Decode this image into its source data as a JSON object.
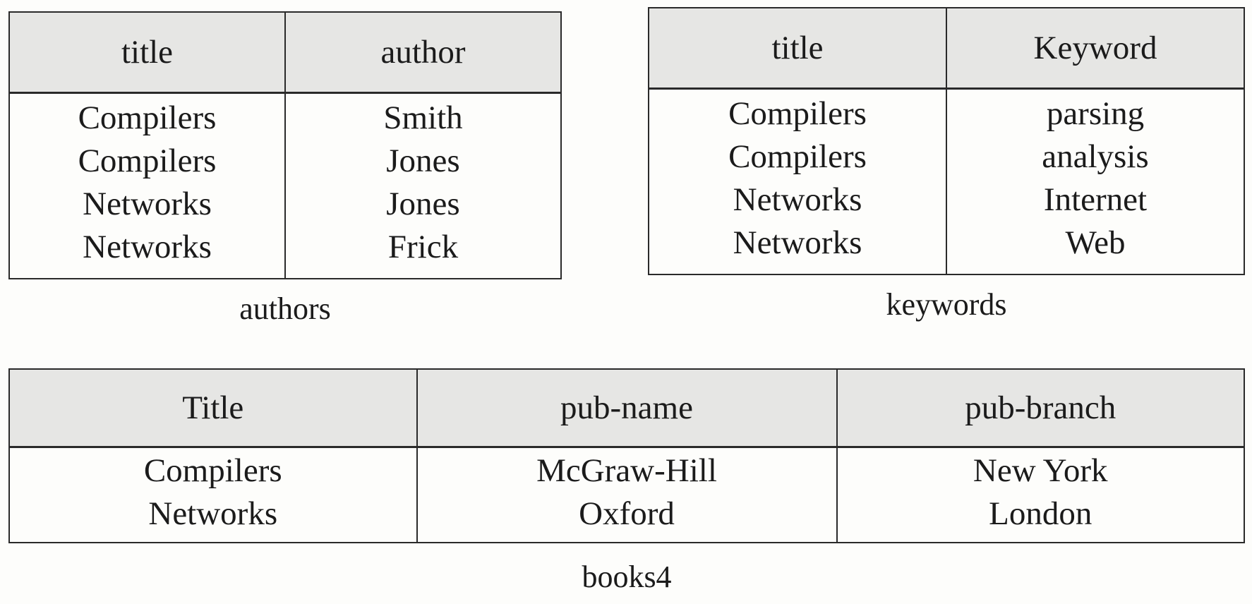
{
  "authors": {
    "caption": "authors",
    "headers": [
      "title",
      "author"
    ],
    "rows": [
      [
        "Compilers",
        "Smith"
      ],
      [
        "Compilers",
        "Jones"
      ],
      [
        "Networks",
        "Jones"
      ],
      [
        "Networks",
        "Frick"
      ]
    ]
  },
  "keywords": {
    "caption": "keywords",
    "headers": [
      "title",
      "Keyword"
    ],
    "rows": [
      [
        "Compilers",
        "parsing"
      ],
      [
        "Compilers",
        "analysis"
      ],
      [
        "Networks",
        "Internet"
      ],
      [
        "Networks",
        "Web"
      ]
    ]
  },
  "books4": {
    "caption": "books4",
    "headers": [
      "Title",
      "pub-name",
      "pub-branch"
    ],
    "rows": [
      [
        "Compilers",
        "McGraw-Hill",
        "New York"
      ],
      [
        "Networks",
        "Oxford",
        "London"
      ]
    ]
  }
}
